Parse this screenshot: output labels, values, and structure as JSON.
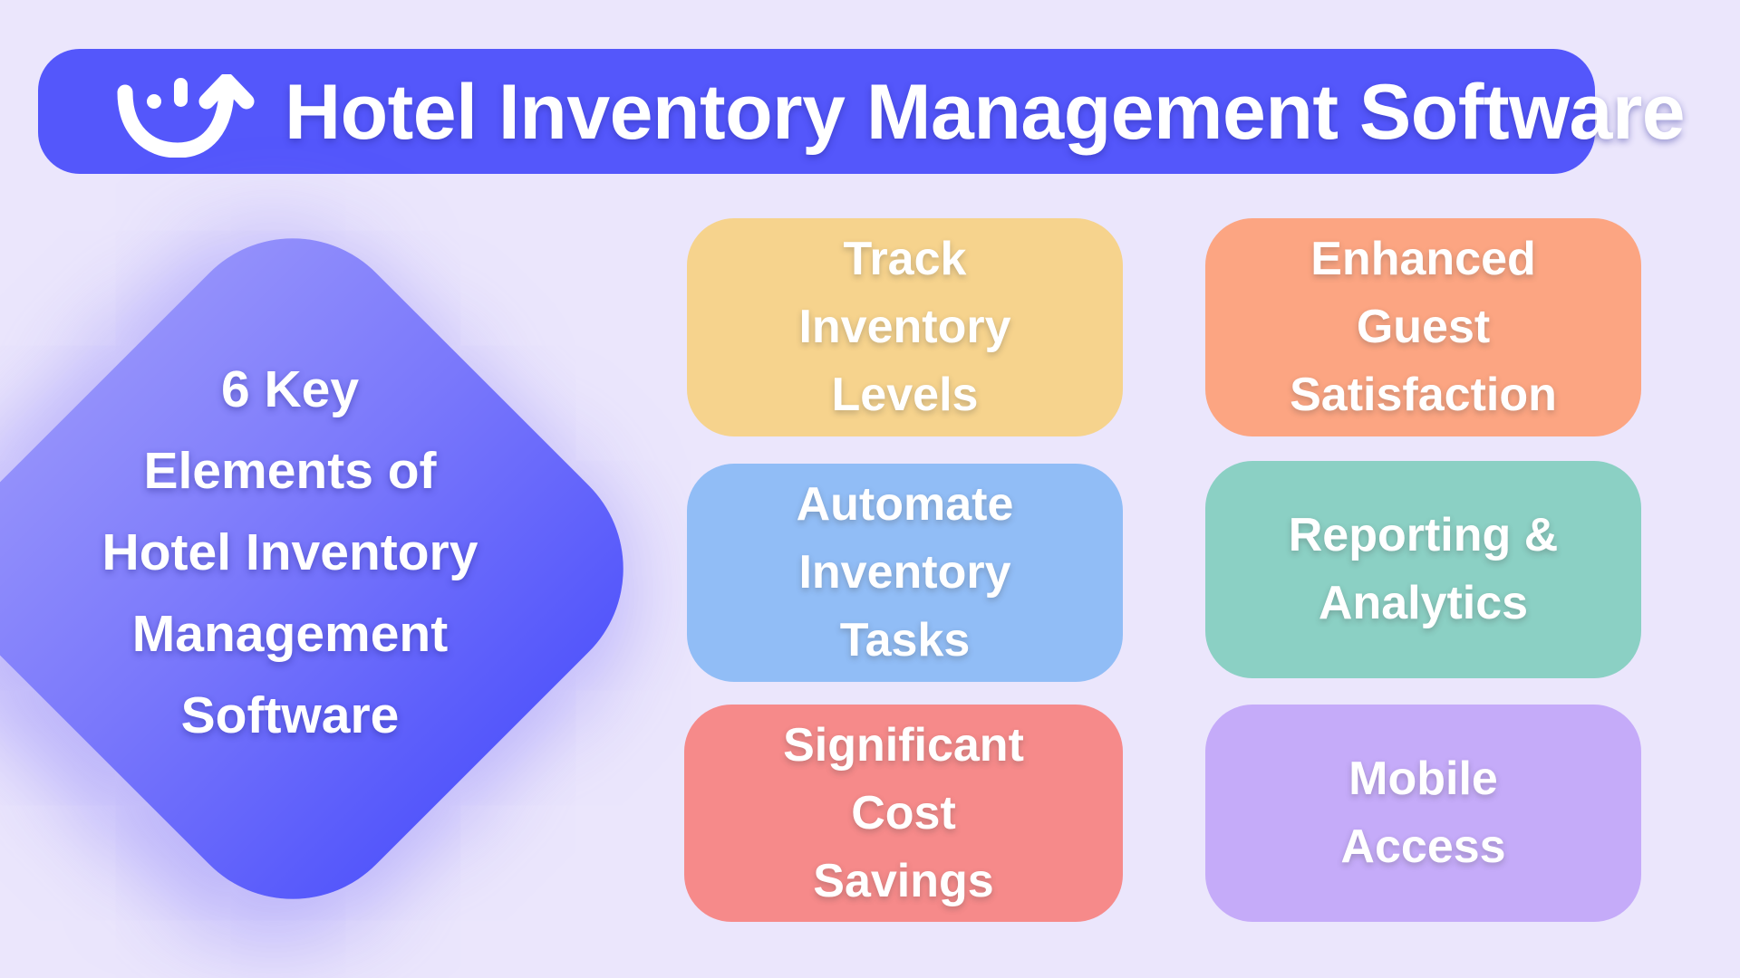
{
  "header": {
    "title": "Hotel Inventory Management Software",
    "logo_icon": "smile-arrow-logo-icon",
    "background_color": "#5457fb"
  },
  "hero": {
    "lines": [
      "6 Key",
      "Elements of",
      "Hotel Inventory",
      "Management",
      "Software"
    ],
    "gradient_start": "#9390fb",
    "gradient_end": "#5457fb"
  },
  "elements": [
    {
      "lines": [
        "Track",
        "Inventory",
        "Levels"
      ],
      "color": "#f6d38d"
    },
    {
      "lines": [
        "Automate",
        "Inventory",
        "Tasks"
      ],
      "color": "#91bdf6"
    },
    {
      "lines": [
        "Significant",
        "Cost",
        "Savings"
      ],
      "color": "#f68a8a"
    },
    {
      "lines": [
        "Enhanced",
        "Guest",
        "Satisfaction"
      ],
      "color": "#fca582"
    },
    {
      "lines": [
        "Reporting &",
        "Analytics"
      ],
      "color": "#8bd0c4"
    },
    {
      "lines": [
        "Mobile",
        "Access"
      ],
      "color": "#c5abf9"
    }
  ],
  "page": {
    "background_color": "#ebe6fc"
  }
}
